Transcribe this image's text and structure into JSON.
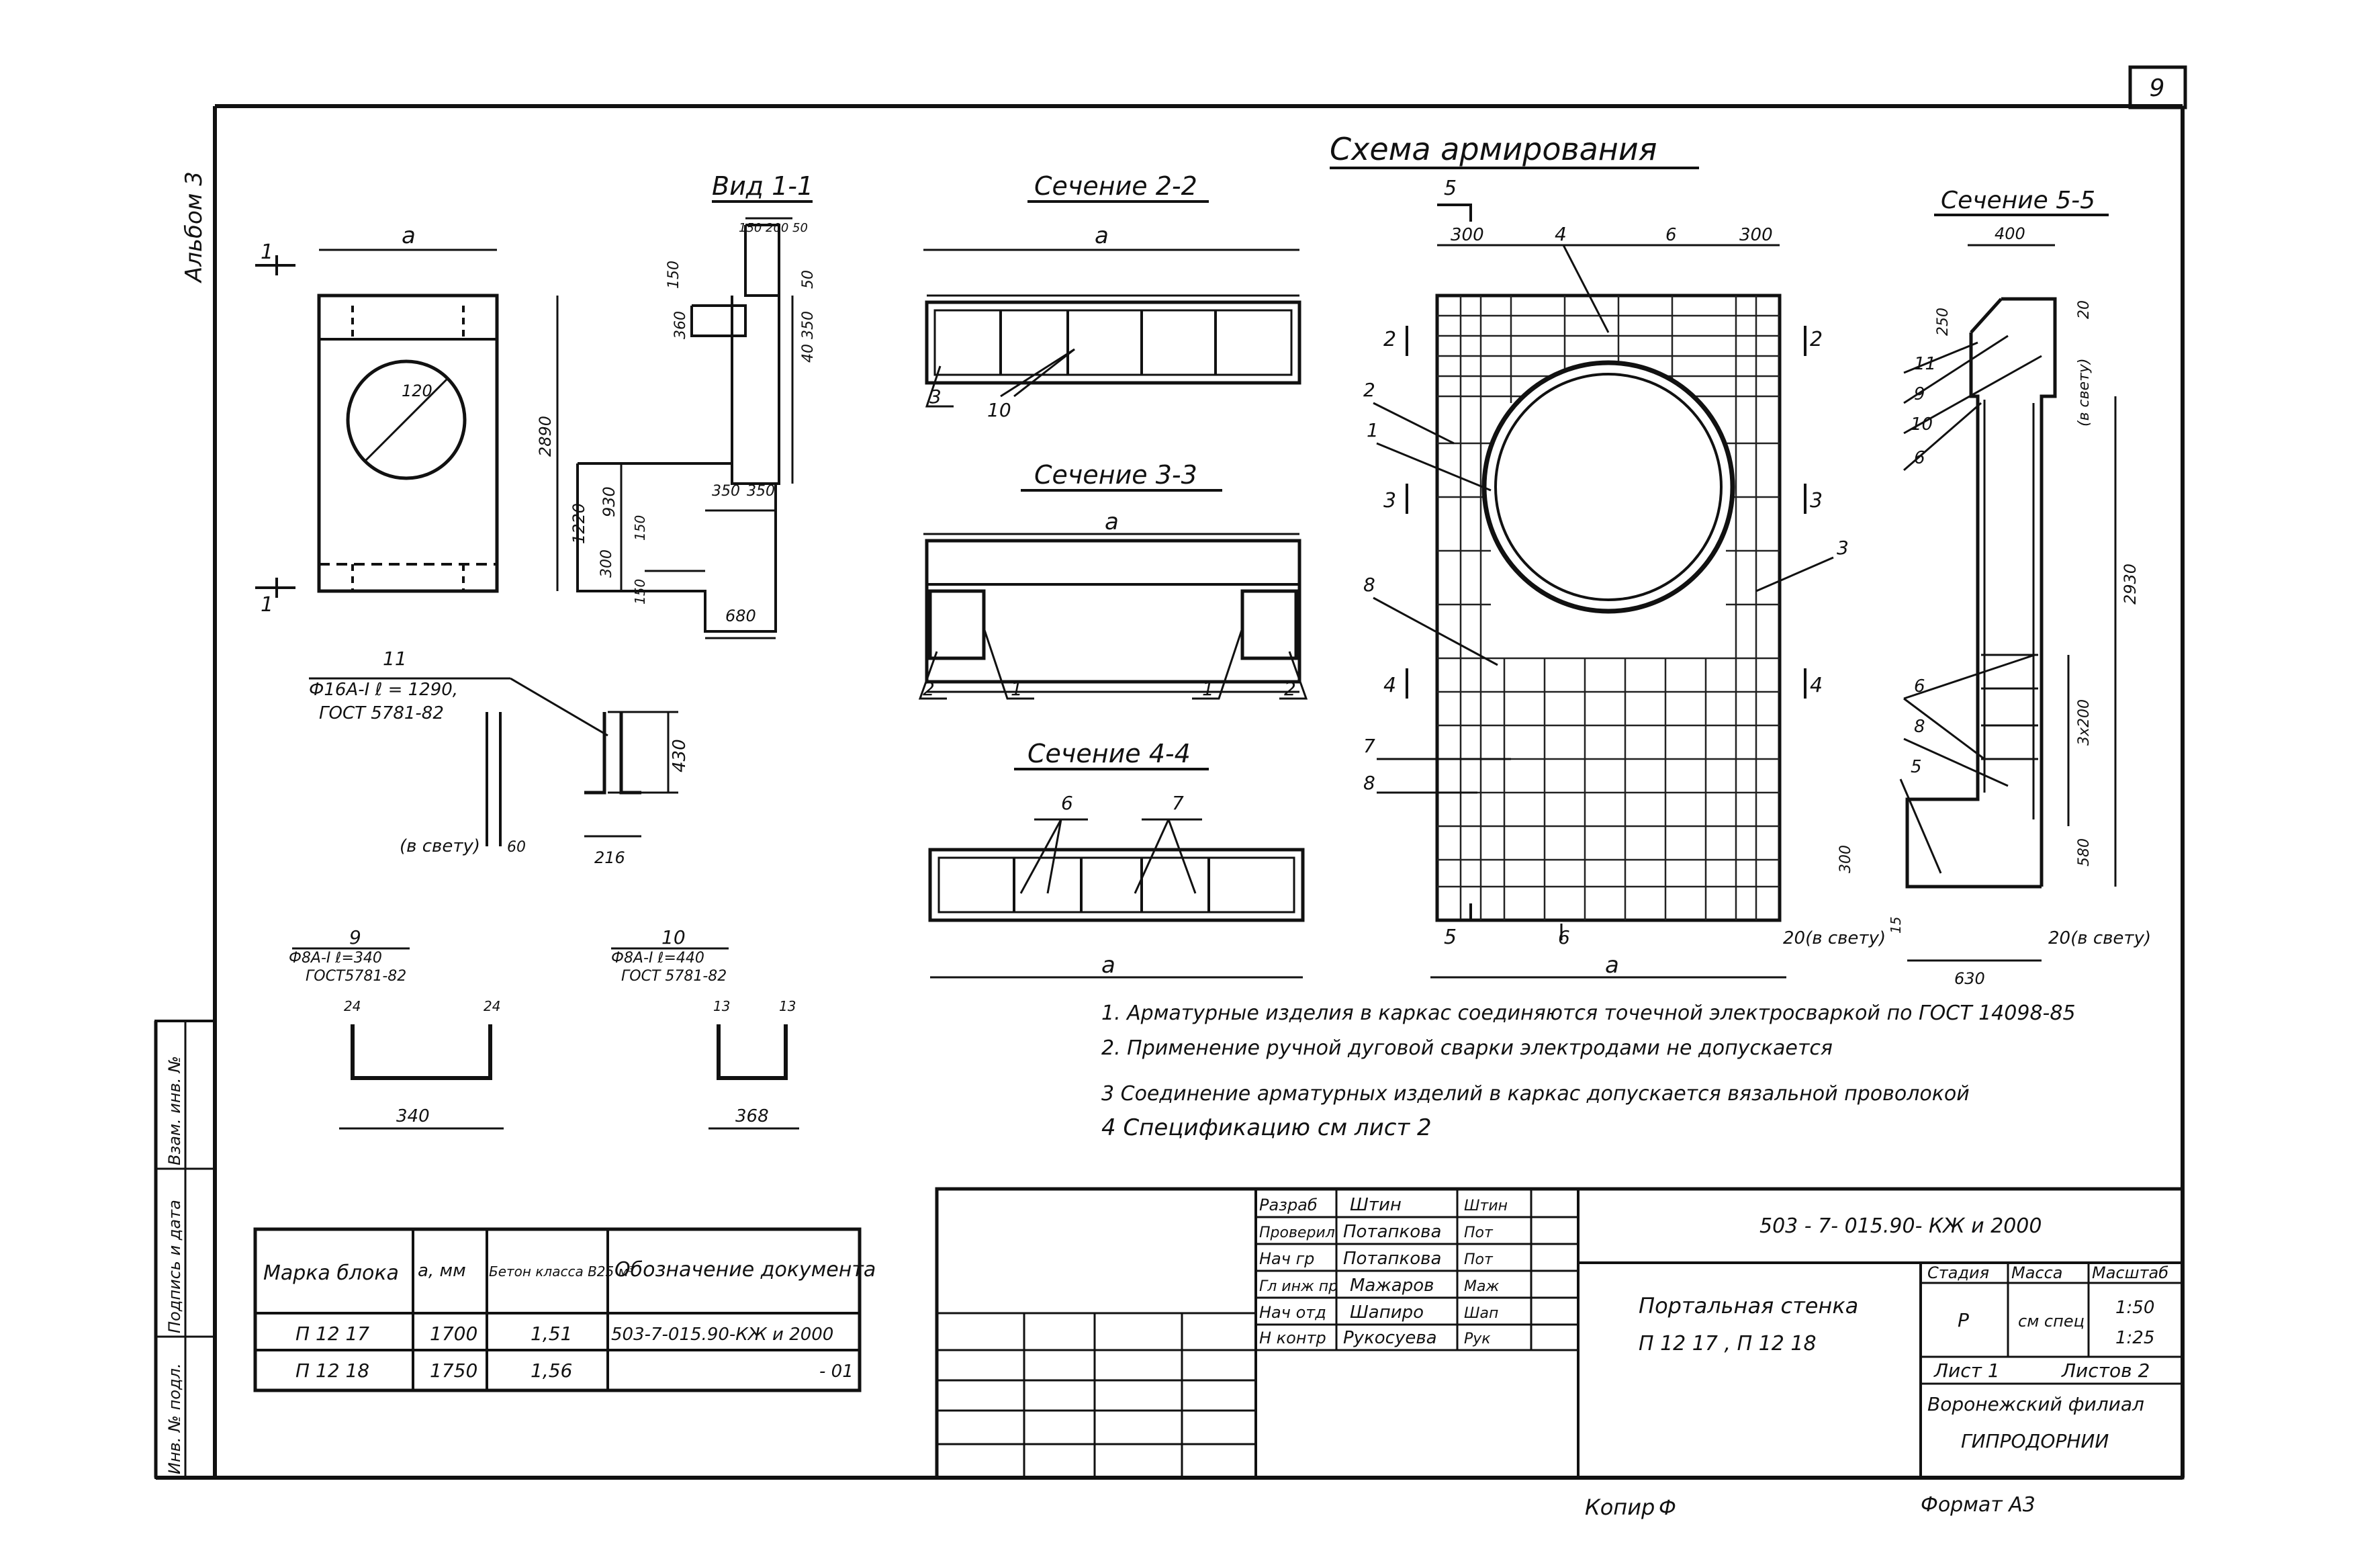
{
  "sheet_number": "9",
  "album_label": "Альбом 3",
  "main_title": "Схема армирования",
  "views": {
    "vid_1_1": {
      "title": "Вид 1-1",
      "dim_a": "а",
      "circle_dim": "120",
      "cut_marks": [
        "1",
        "1"
      ],
      "dims": [
        "150",
        "200",
        "50",
        "150",
        "50",
        "360",
        "350",
        "40",
        "2890",
        "1220",
        "930",
        "150",
        "300",
        "150",
        "350",
        "350",
        "680"
      ]
    },
    "sec_2_2": {
      "title": "Сечение 2-2",
      "dim_a": "а",
      "labels": [
        "3",
        "10"
      ]
    },
    "sec_3_3": {
      "title": "Сечение 3-3",
      "dim_a": "а",
      "labels": [
        "2",
        "1",
        "1",
        "2"
      ]
    },
    "sec_4_4": {
      "title": "Сечение 4-4",
      "dim_a": "а",
      "labels": [
        "6",
        "7"
      ]
    },
    "scheme": {
      "dims_top": [
        "300",
        "6",
        "300"
      ],
      "dim_a": "а",
      "cut_labels": [
        "5",
        "2",
        "2",
        "3",
        "3",
        "4",
        "4",
        "5"
      ],
      "callouts": [
        "4",
        "2",
        "1",
        "3",
        "8",
        "7",
        "8",
        "6"
      ],
      "bottom_note": "20(в свету)"
    },
    "sec_5_5": {
      "title": "Сечение 5-5",
      "dims": [
        "400",
        "250",
        "20",
        "(в свету)",
        "2930",
        "3x200",
        "580",
        "300",
        "15",
        "630",
        "20(в свету)"
      ],
      "labels": [
        "11",
        "9",
        "10",
        "6",
        "6",
        "8",
        "5"
      ]
    }
  },
  "details": {
    "item_11": {
      "num": "11",
      "spec": "Ф16А-I  ℓ = 1290,",
      "gost": "ГОСТ 5781-82",
      "dims": [
        "430",
        "216",
        "60"
      ],
      "note": "(в свету)"
    },
    "item_9": {
      "num": "9",
      "spec": "Ф8А-I ℓ=340",
      "gost": "ГОСТ5781-82",
      "dims": [
        "24",
        "24",
        "340"
      ]
    },
    "item_10": {
      "num": "10",
      "spec": "Ф8А-I ℓ=440",
      "gost": "ГОСТ 5781-82",
      "dims": [
        "13",
        "13",
        "368"
      ]
    }
  },
  "notes": [
    "1. Арматурные изделия в каркас соединяются точечной электросваркой по ГОСТ 14098-85",
    "2. Применение ручной дуговой сварки электродами не допускается",
    "3 Соединение арматурных изделий в каркас допускается вязальной проволокой",
    "4 Спецификацию см лист 2"
  ],
  "blocks_table": {
    "headers": [
      "Марка блока",
      "а, мм",
      "Бетон класса В25 м³",
      "Обозначение документа"
    ],
    "rows": [
      [
        "П 12 17",
        "1700",
        "1,51",
        "503-7-015.90-КЖ и 2000"
      ],
      [
        "П 12 18",
        "1750",
        "1,56",
        "- 01"
      ]
    ]
  },
  "side_stamp": [
    "Инв. № подл.",
    "Подпись и дата",
    "Взам. инв. №"
  ],
  "title_block": {
    "roles": [
      "Разраб",
      "Проверил",
      "Нач гр",
      "Гл инж пр",
      "Нач отд",
      "Н контр"
    ],
    "names": [
      "Штин",
      "Потапкова",
      "Потапкова",
      "Мажаров",
      "Шапиро",
      "Рукосуева"
    ],
    "signatures": [
      "Штин",
      "Пот",
      "Пот",
      "Маж",
      "Шап",
      "Рук"
    ],
    "doc_code": "503 - 7- 015.90- КЖ и 2000",
    "object_name": "Портальная стенка",
    "object_marks": "П 12 17 ,  П 12 18",
    "stage_header": "Стадия",
    "mass_header": "Масса",
    "scale_header": "Масштаб",
    "stage": "Р",
    "mass": "см спец",
    "scale_1": "1:50",
    "scale_2": "1:25",
    "sheet": "Лист 1",
    "sheets": "Листов 2",
    "org_1": "Воронежский филиал",
    "org_2": "ГИПРОДОРНИИ"
  },
  "footer": {
    "copy": "Копир",
    "format": "Формат А3"
  }
}
